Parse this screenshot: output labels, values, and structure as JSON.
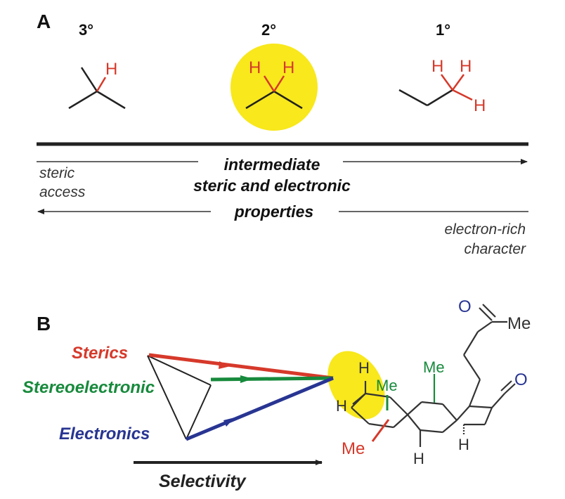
{
  "panel_a": {
    "label": "A",
    "degrees": {
      "tertiary": "3°",
      "secondary": "2°",
      "primary": "1°"
    },
    "atom_h": "H",
    "steric_text": [
      "steric",
      "access"
    ],
    "middle_text": [
      "intermediate",
      "steric and electronic",
      "properties"
    ],
    "electron_text": [
      "electron-rich",
      "character"
    ]
  },
  "panel_b": {
    "label": "B",
    "factors": {
      "sterics": "Sterics",
      "stereoelectronic": "Stereoelectronic",
      "electronics": "Electronics"
    },
    "selectivity": "Selectivity",
    "atoms": {
      "O": "O",
      "Me": "Me",
      "H": "H"
    }
  },
  "colors": {
    "red": "#d6392a",
    "green": "#178a3c",
    "blue": "#283592",
    "yellow": "#f8e81c",
    "black": "#222222",
    "gray": "#444444"
  }
}
